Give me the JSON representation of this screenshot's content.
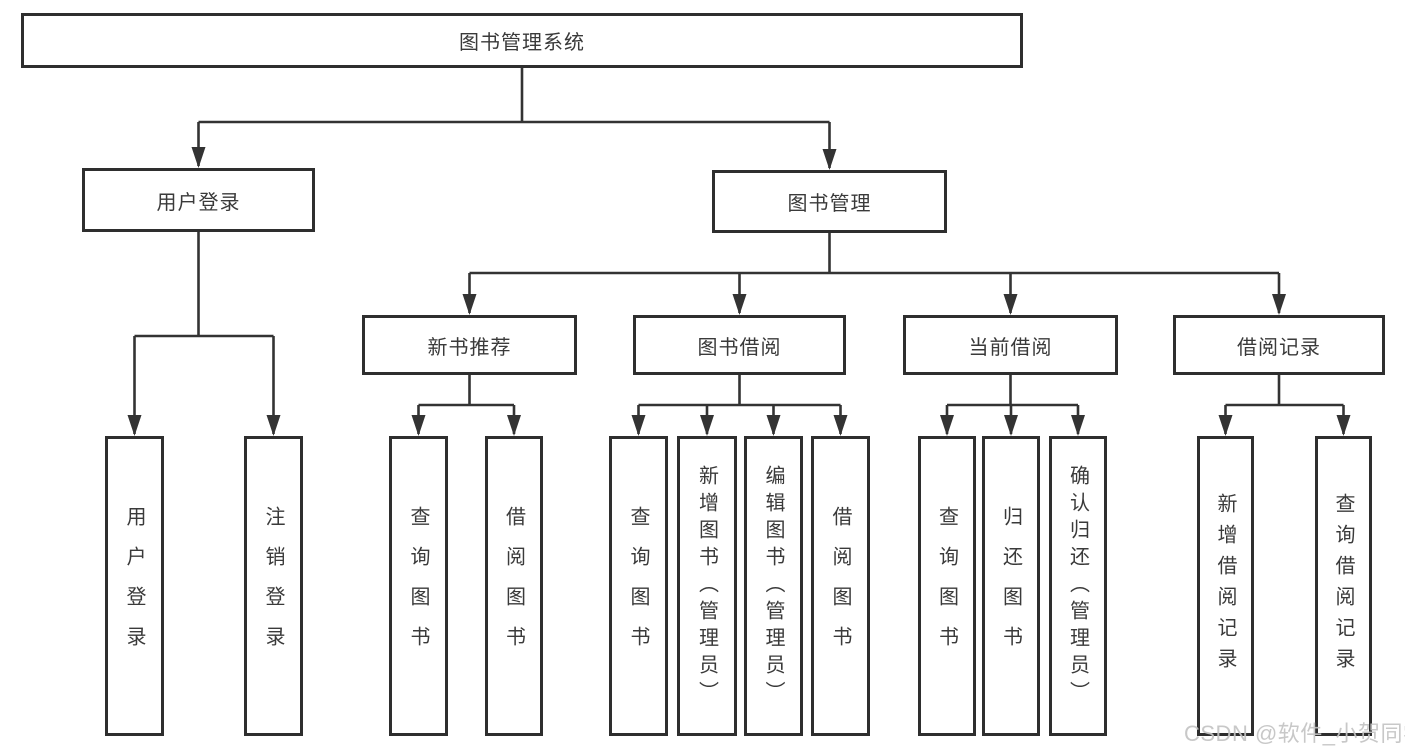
{
  "diagram": {
    "root": {
      "label": "图书管理系统"
    },
    "branches": [
      {
        "label": "用户登录",
        "children": [
          "用户登录",
          "注销登录"
        ]
      },
      {
        "label": "图书管理",
        "children": [
          {
            "label": "新书推荐",
            "children": [
              "查询图书",
              "借阅图书"
            ]
          },
          {
            "label": "图书借阅",
            "children": [
              "查询图书",
              "新增图书（管理员）",
              "编辑图书（管理员）",
              "借阅图书"
            ]
          },
          {
            "label": "当前借阅",
            "children": [
              "查询图书",
              "归还图书",
              "确认归还（管理员）"
            ]
          },
          {
            "label": "借阅记录",
            "children": [
              "新增借阅记录",
              "查询借阅记录"
            ]
          }
        ]
      }
    ]
  },
  "colors": {
    "line": "#333333",
    "box_border": "#2e2e2e",
    "text": "#3a3a3a",
    "watermark": "#c3c3c3"
  },
  "watermark": {
    "text": "CSDN @软件_小贺同学"
  }
}
